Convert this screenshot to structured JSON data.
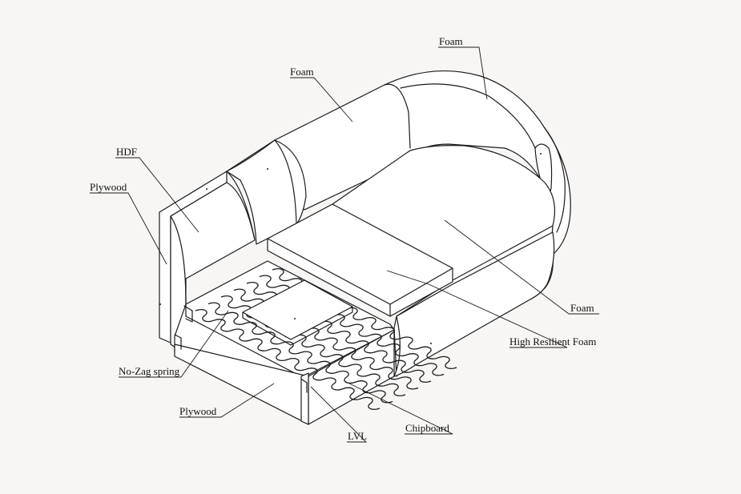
{
  "labels": {
    "foam_top_right": "Foam",
    "foam_top": "Foam",
    "hdf": "HDF",
    "plywood_side": "Plywood",
    "foam_right": "Foam",
    "high_resilient_foam": "High Resilient Foam",
    "no_zag_spring": "No-Zag spring",
    "plywood_bottom": "Plywood",
    "chipboard": "Chipboard",
    "lvl": "LVL"
  },
  "colors": {
    "background": "#f7f6f4",
    "line": "#1a1a1a",
    "fill": "#ffffff"
  }
}
